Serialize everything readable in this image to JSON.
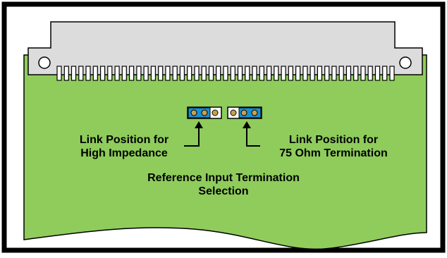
{
  "labels": {
    "high_impedance": {
      "line1": "Link Position for",
      "line2": "High Impedance"
    },
    "termination_75": {
      "line1": "Link Position for",
      "line2": "75 Ohm Termination"
    },
    "caption": {
      "line1": "Reference Input Termination",
      "line2": "Selection"
    }
  },
  "colors": {
    "board": "#8fcc5c",
    "connector": "#dcdcdc",
    "link": "#1a8fd0",
    "pin": "#c8a050",
    "outline": "#000000"
  },
  "icons": {
    "mounting_hole": "circle",
    "pointer": "arrow-up"
  }
}
